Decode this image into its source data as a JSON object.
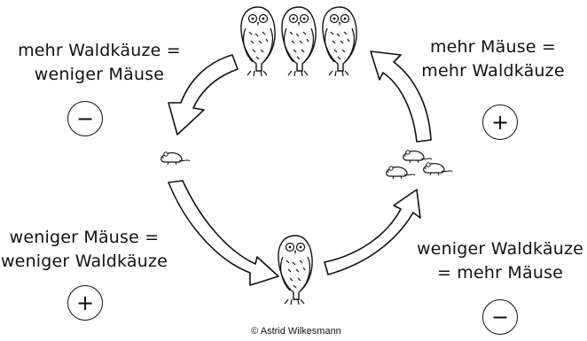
{
  "labels": {
    "top_left": [
      "mehr Waldkäuze =",
      "weniger Mäuse"
    ],
    "top_right": [
      "mehr Mäuse =",
      "mehr Waldkäuze"
    ],
    "bottom_left": [
      "weniger Mäuse =",
      "weniger Waldkäuze"
    ],
    "bottom_right": [
      "weniger Waldkäuze",
      "= mehr Mäuse"
    ]
  },
  "signs": {
    "top_left": "−",
    "top_right": "+",
    "bottom_left": "+",
    "bottom_right": "−"
  },
  "credit": "© Astrid Wilkesmann",
  "colors": {
    "ink": "#111111",
    "background": "#ffffff"
  }
}
